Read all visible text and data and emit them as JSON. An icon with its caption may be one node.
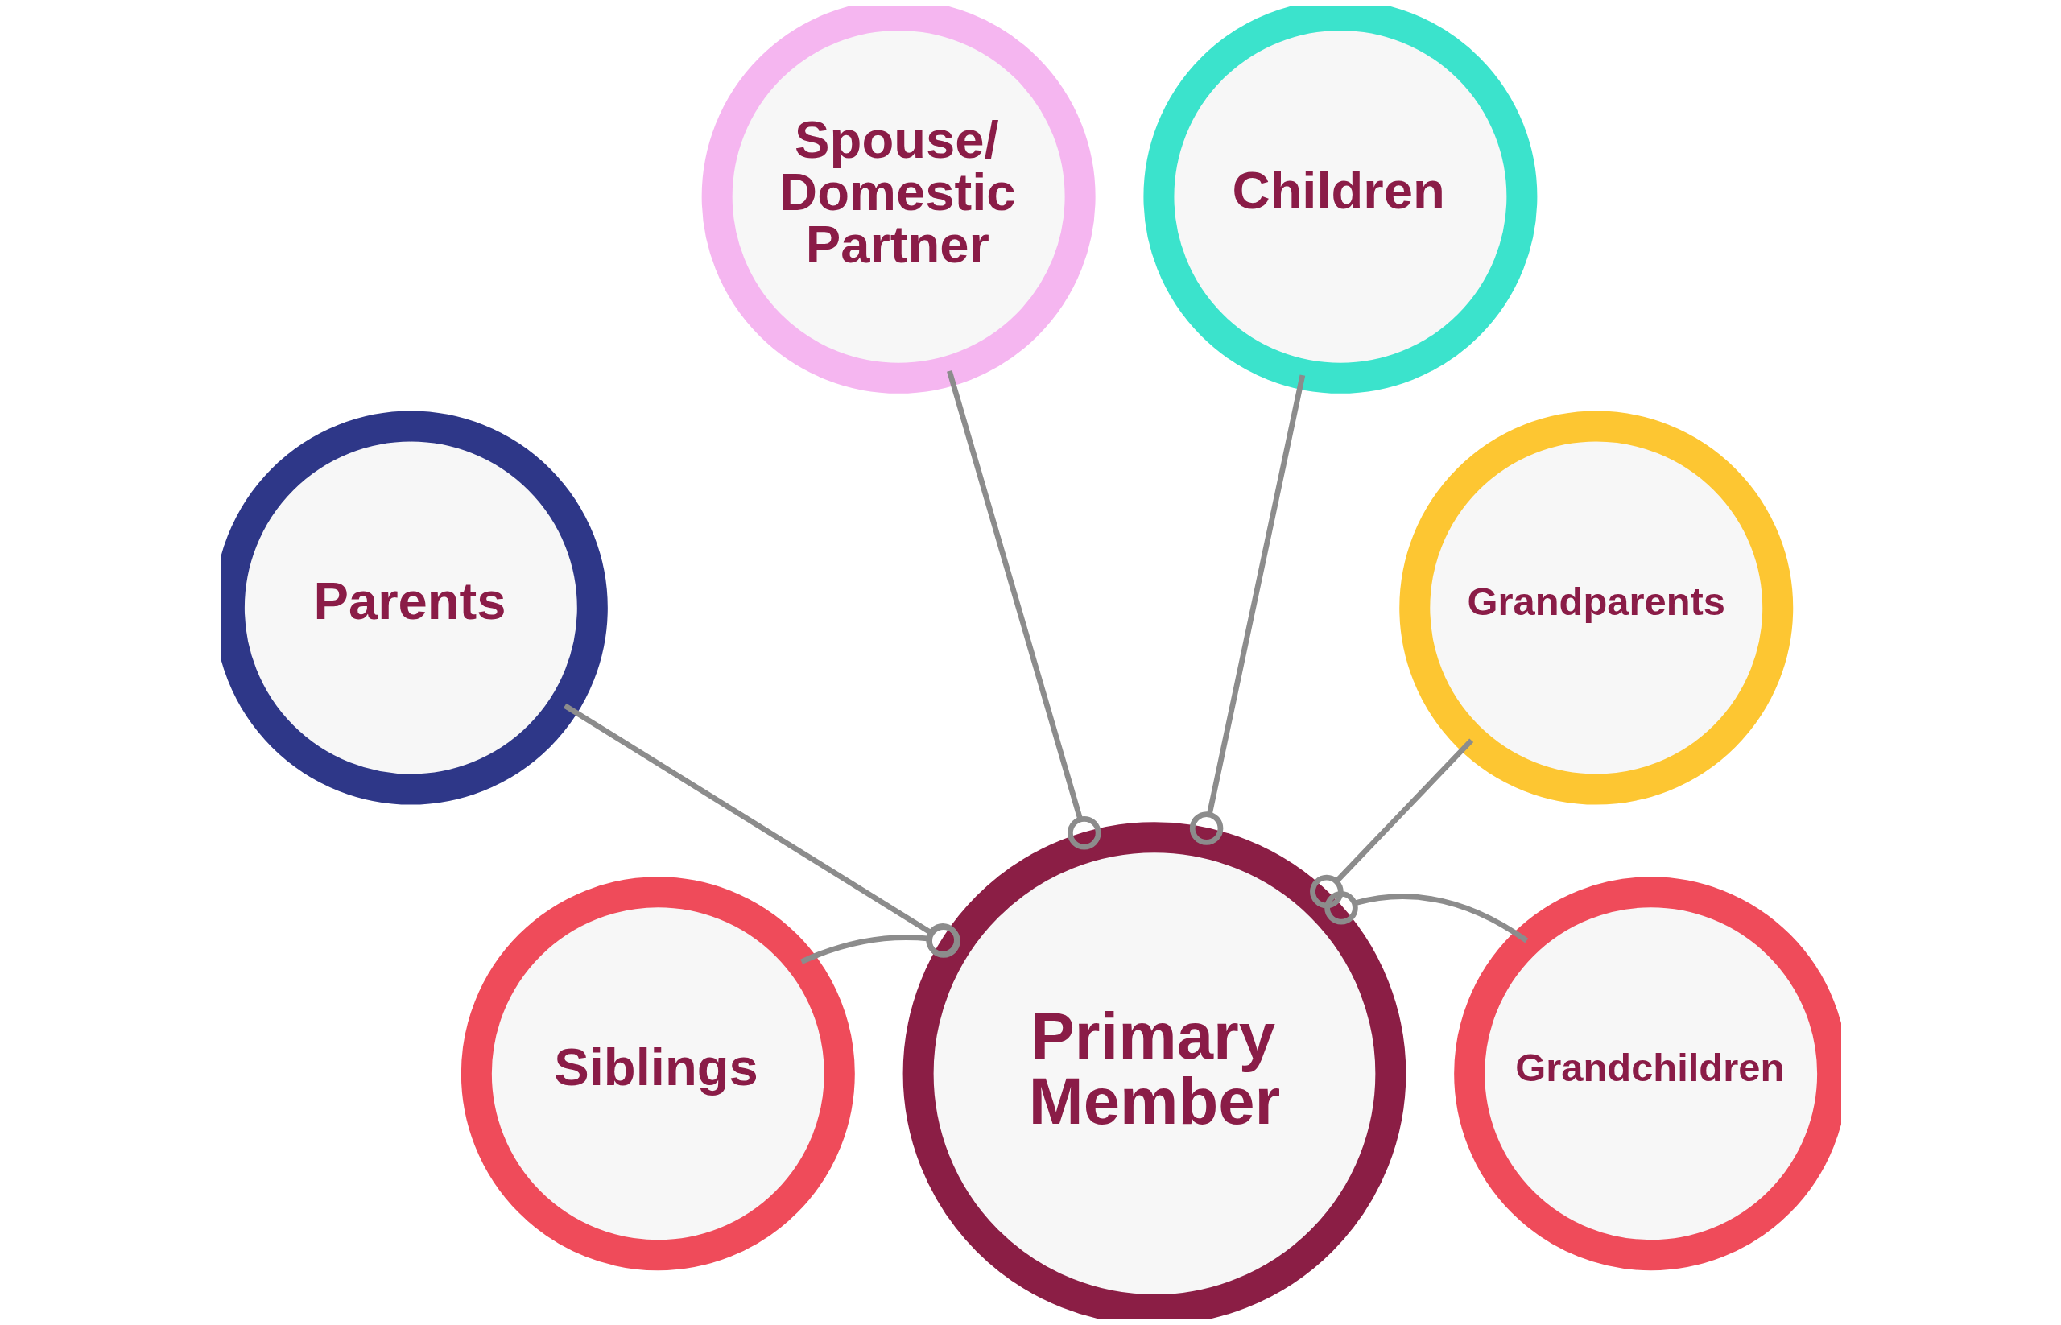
{
  "diagram": {
    "nodes": [
      {
        "text": [
          "Primary Member"
        ]
      },
      {
        "text": [
          "Siblings"
        ]
      },
      {
        "text": [
          "Parents"
        ]
      },
      {
        "text": [
          "Spouse/ Domestic Partner"
        ]
      },
      {
        "text": [
          "Children"
        ]
      },
      {
        "text": [
          "Grandparents"
        ]
      },
      {
        "text": [
          "Grandchildren"
        ]
      }
    ],
    "edges": [
      {
        "from": 1,
        "to": 0,
        "arrow": "other"
      },
      {
        "from": 2,
        "to": 0,
        "arrow": "other"
      },
      {
        "from": 3,
        "to": 0,
        "arrow": "other"
      },
      {
        "from": 4,
        "to": 0,
        "arrow": "other"
      },
      {
        "from": 5,
        "to": 0,
        "arrow": "other"
      },
      {
        "from": 6,
        "to": 0,
        "arrow": "other"
      }
    ]
  }
}
